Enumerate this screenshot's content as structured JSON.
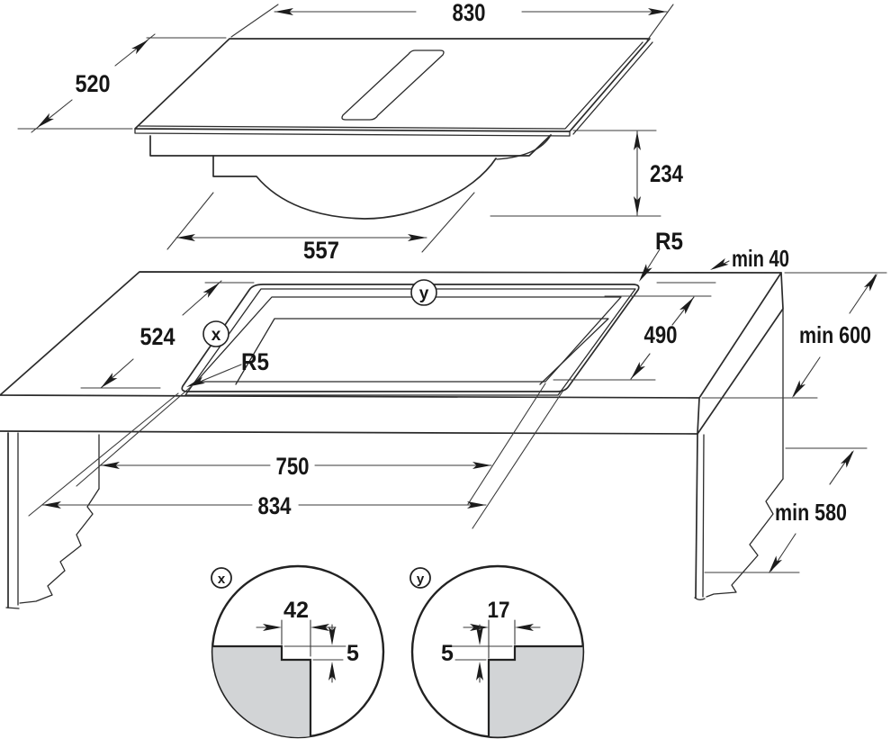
{
  "diagram_title": "hob-installation-dimension-drawing",
  "colors": {
    "line": "#2b2b2b",
    "detail_fill": "#d2d4d6",
    "background": "#ffffff"
  },
  "hob": {
    "width": "830",
    "depth": "520",
    "body_height": "234",
    "body_width": "557"
  },
  "cutout": {
    "outer_depth": "524",
    "inner_depth": "490",
    "inner_width": "750",
    "outer_width": "834",
    "corner_radius_top": "R5",
    "corner_radius_left": "R5",
    "marker_x": "x",
    "marker_y": "y"
  },
  "clearances": {
    "back": "min 40",
    "worktop_depth": "min 600",
    "cabinet_width": "min 580"
  },
  "detail_x": {
    "label": "x",
    "ledge_width": "42",
    "step_depth": "5"
  },
  "detail_y": {
    "label": "y",
    "ledge_width": "17",
    "step_depth": "5"
  }
}
